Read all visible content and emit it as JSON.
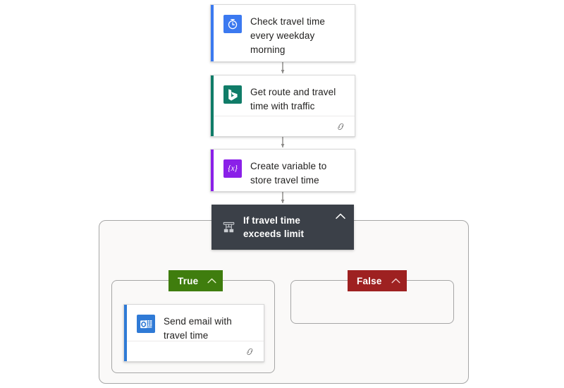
{
  "app": {
    "name": "flow-designer-canvas",
    "background": "#ffffff"
  },
  "colors": {
    "trigger_accent": "#3b79f0",
    "bing_accent": "#107c68",
    "variable_accent": "#8a20e8",
    "outlook_accent": "#2f7ad6",
    "condition_bg": "#3b4048",
    "true_pill": "#3f7d0e",
    "false_pill": "#9e2121",
    "connector": "#8a8886",
    "scope_bg": "#faf9f8",
    "scope_border": "#a6a6a6",
    "card_border": "#d8d8d8",
    "title_text": "#201f1e"
  },
  "flow": {
    "steps": [
      {
        "id": "trigger",
        "name": "recurrence-trigger-card",
        "title": "Check travel time every weekday morning",
        "icon": "clock-timer-icon",
        "icon_bg": "#3b79f0",
        "accent": "#3b79f0",
        "has_footer": false
      },
      {
        "id": "bing-route",
        "name": "bing-maps-route-card",
        "title": "Get route and travel time with traffic",
        "icon": "bing-icon",
        "icon_bg": "#107c68",
        "accent": "#107c68",
        "has_footer": true,
        "footer_icon": "link-chain-icon"
      },
      {
        "id": "init-variable",
        "name": "initialize-variable-card",
        "title": "Create variable to store travel time",
        "icon": "variable-braces-icon",
        "icon_label": "{x}",
        "icon_bg": "#8a20e8",
        "accent": "#8a20e8",
        "has_footer": false
      }
    ],
    "condition": {
      "name": "condition-card",
      "title": "If travel time exceeds limit",
      "icon": "condition-branch-icon",
      "collapse_icon": "chevron-up-icon",
      "expanded": true
    },
    "branches": [
      {
        "id": "true",
        "name": "branch-true",
        "label": "True",
        "color": "#3f7d0e",
        "collapse_icon": "chevron-up-icon",
        "actions": [
          {
            "id": "send-email",
            "name": "send-email-card",
            "title": "Send email with travel time",
            "icon": "outlook-icon",
            "icon_bg": "#2f7ad6",
            "accent": "#2f7ad6",
            "has_footer": true,
            "footer_icon": "link-chain-icon"
          }
        ]
      },
      {
        "id": "false",
        "name": "branch-false",
        "label": "False",
        "color": "#9e2121",
        "collapse_icon": "chevron-up-icon",
        "actions": []
      }
    ]
  }
}
